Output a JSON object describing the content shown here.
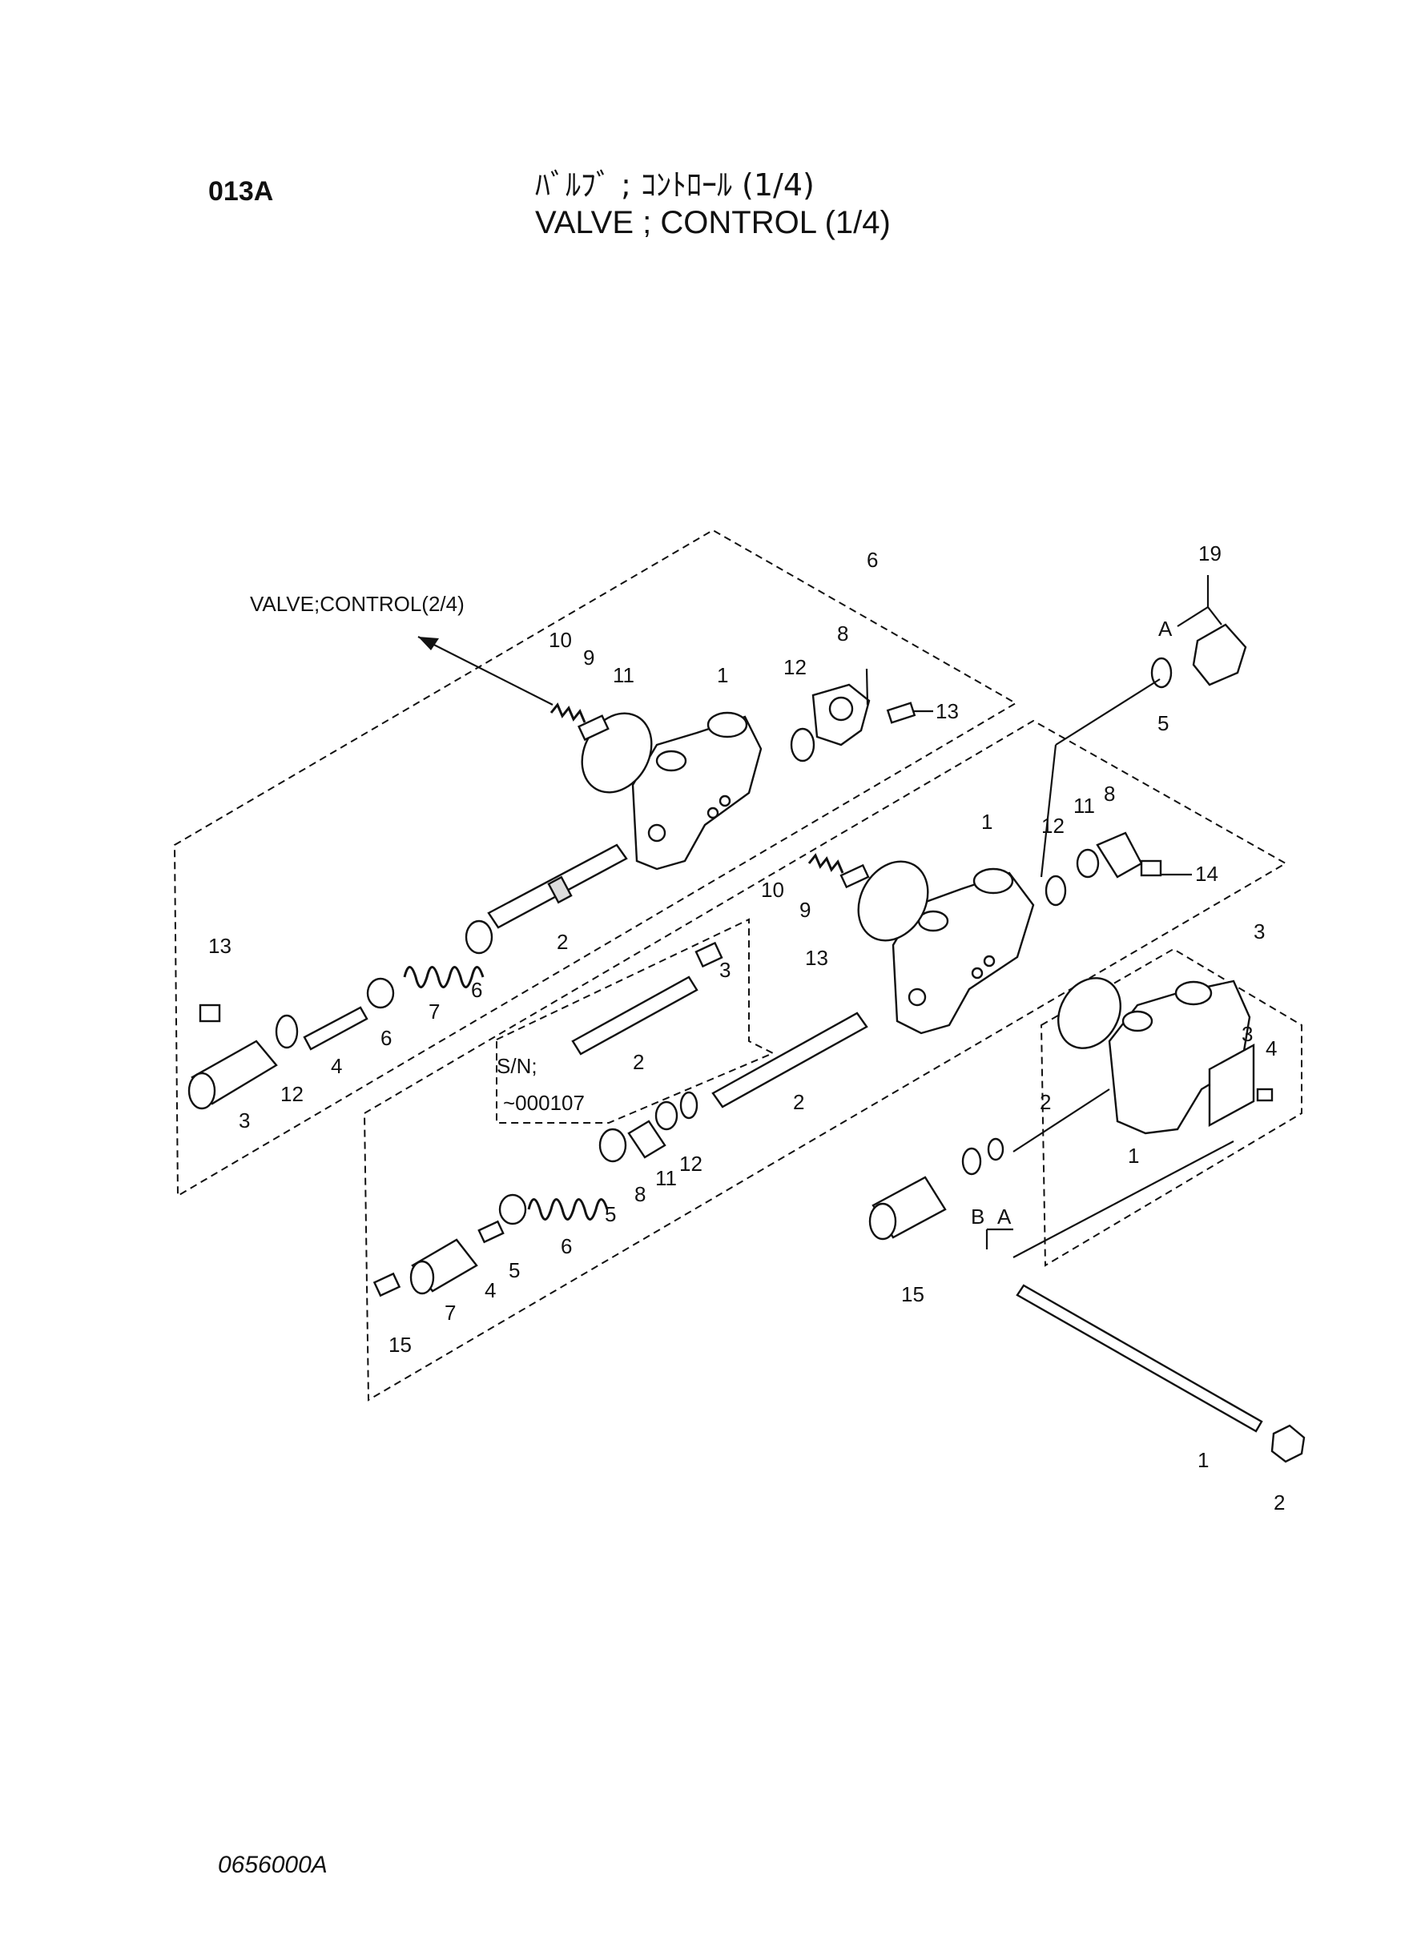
{
  "header": {
    "code": "013A",
    "title_jp": "ﾊﾞﾙﾌﾞ ; ｺﾝﾄﾛｰﾙ (1/4)",
    "title_en": "VALVE ; CONTROL (1/4)"
  },
  "diagram": {
    "ref_label": "VALVE;CONTROL(2/4)",
    "sn_note": [
      "S/N;",
      "~000107"
    ],
    "group_labels": {
      "g6": "6",
      "g5": "5",
      "g3": "3",
      "g19": "19"
    },
    "letters": {
      "a": "A",
      "b": "B"
    },
    "callouts": [
      "1",
      "2",
      "3",
      "4",
      "5",
      "6",
      "7",
      "8",
      "9",
      "10",
      "11",
      "12",
      "13",
      "14",
      "15"
    ]
  },
  "footer": {
    "figure_code": "0656000A"
  }
}
